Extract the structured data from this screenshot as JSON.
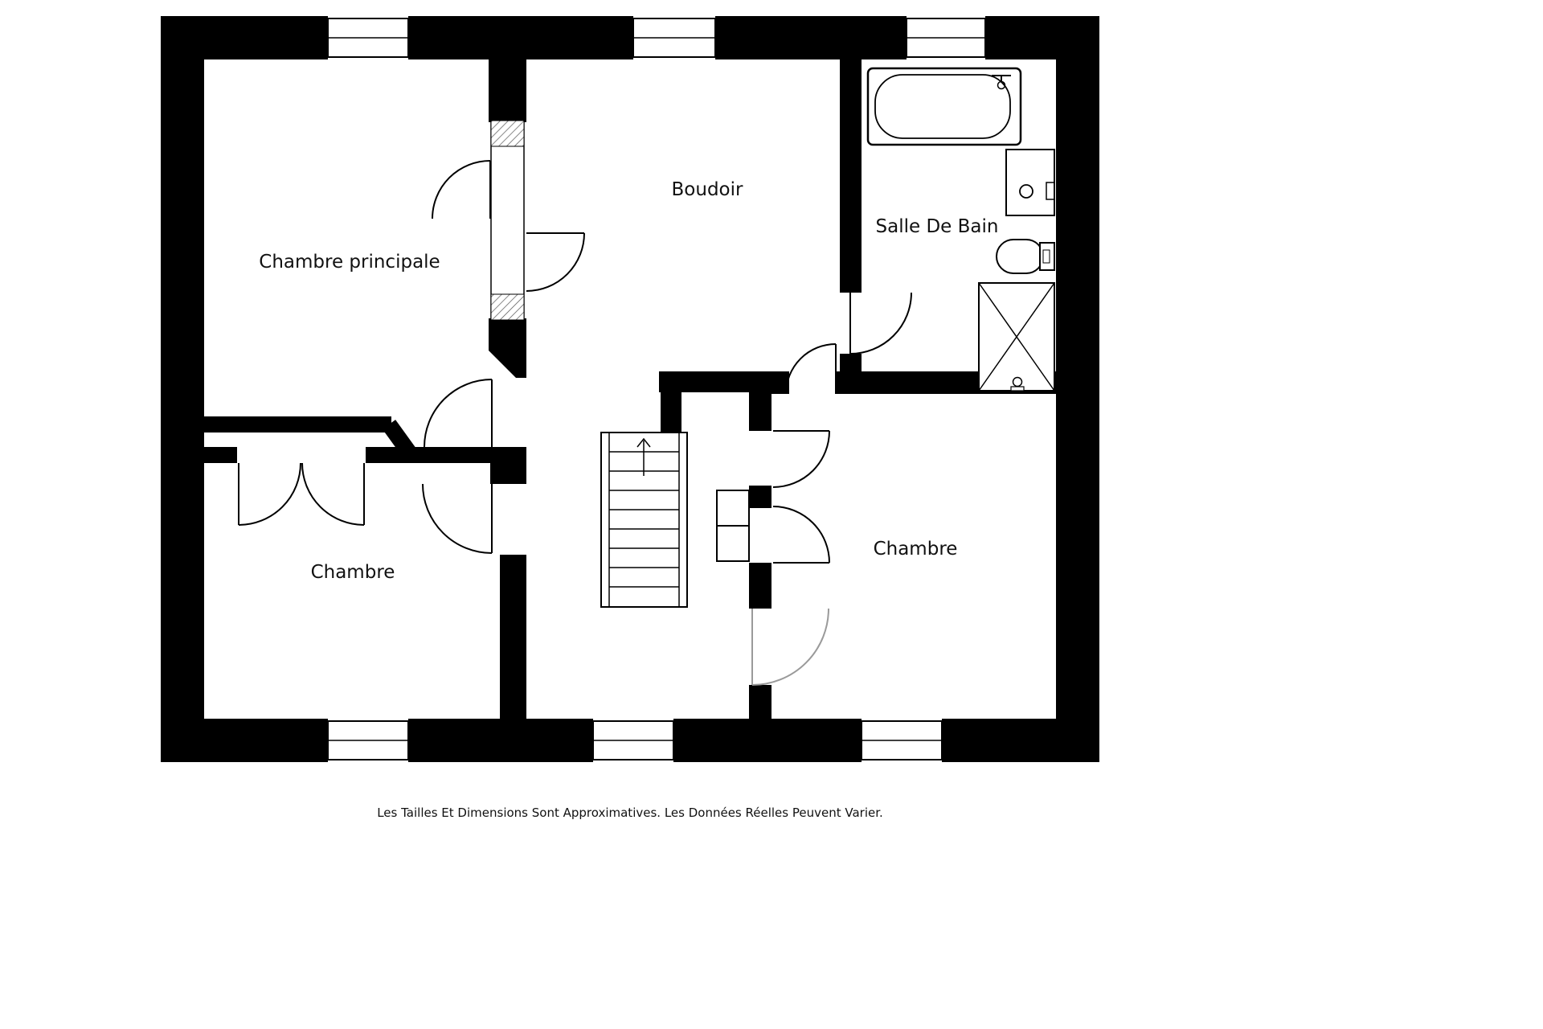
{
  "page": {
    "background": "#ffffff",
    "wall_color": "#000000",
    "door_arc_color": "#000000",
    "secondary_door_arc_color": "#9a9a9a",
    "disclaimer": "Les Tailles Et Dimensions Sont Approximatives. Les Données Réelles Peuvent Varier."
  },
  "rooms": {
    "master_bedroom": {
      "label": "Chambre principale"
    },
    "boudoir": {
      "label": "Boudoir"
    },
    "bathroom": {
      "label": "Salle De Bain"
    },
    "bedroom_left": {
      "label": "Chambre"
    },
    "bedroom_right": {
      "label": "Chambre"
    }
  },
  "fixtures": {
    "bathtub": "bathtub-icon",
    "sink": "sink-icon",
    "toilet": "toilet-icon",
    "shower": "shower-icon",
    "stairs": "stairs-up-icon",
    "chimney": "chimney-flue-icon"
  }
}
